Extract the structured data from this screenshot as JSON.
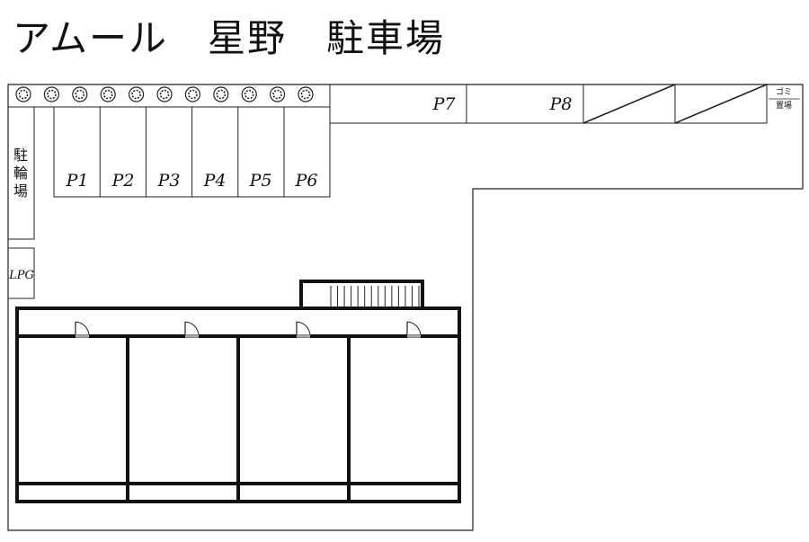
{
  "title": "アムール　星野　駐車場",
  "parking_spaces": [
    "P1",
    "P2",
    "P3",
    "P4",
    "P5",
    "P6",
    "P7",
    "P8"
  ],
  "labels": {
    "bicycle_parking": [
      "駐",
      "輪",
      "場"
    ],
    "lpg": "LPG",
    "garbage_area": [
      "ゴミ",
      "置場"
    ]
  },
  "counts": {
    "trees": 11,
    "units": 4,
    "doors": 4,
    "stair_steps": 14
  },
  "colors": {
    "line": "#222222",
    "wall": "#111111",
    "background": "#ffffff"
  }
}
